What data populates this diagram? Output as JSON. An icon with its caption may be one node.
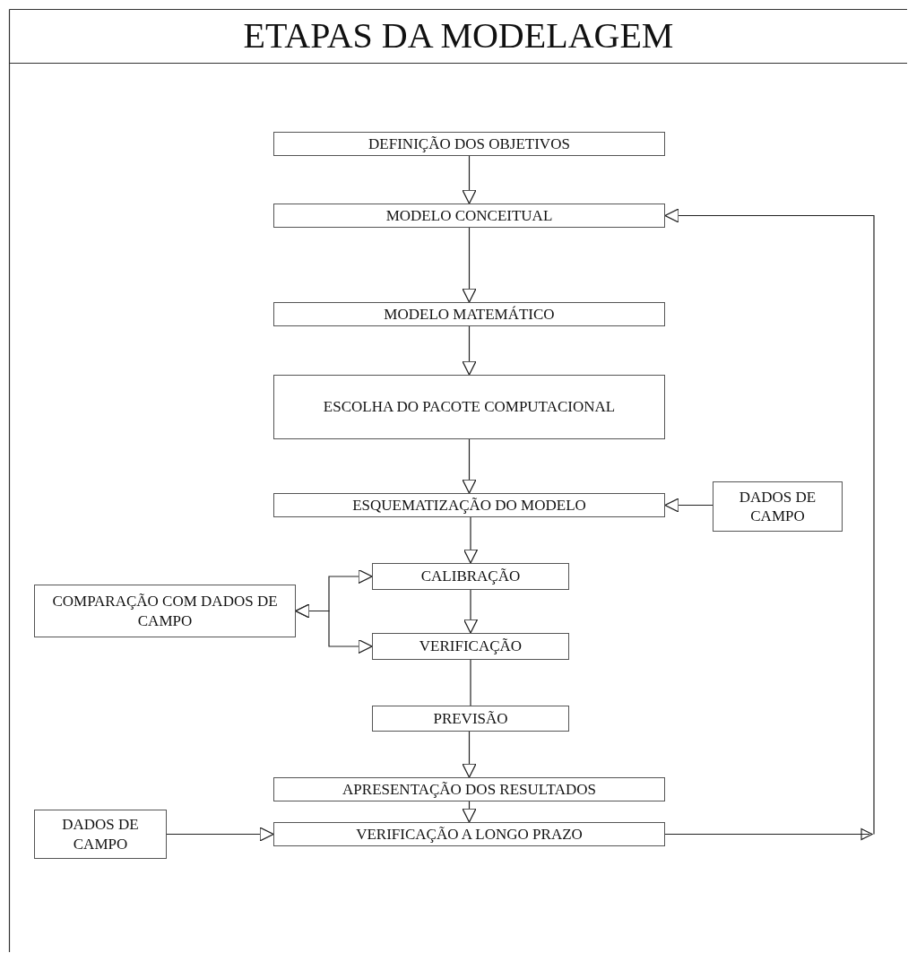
{
  "diagram": {
    "title": "ETAPAS DA MODELAGEM",
    "nodes": [
      {
        "text": [
          "DEFINIÇÃO DOS OBJETIVOS"
        ]
      },
      {
        "text": [
          "MODELO CONCEITUAL"
        ]
      },
      {
        "text": [
          "MODELO MATEMÁTICO"
        ]
      },
      {
        "text": [
          "ESCOLHA DO PACOTE COMPUTACIONAL"
        ]
      },
      {
        "text": [
          "ESQUEMATIZAÇÃO DO MODELO"
        ]
      },
      {
        "text": [
          "DADOS DE CAMPO"
        ]
      },
      {
        "text": [
          "CALIBRAÇÃO"
        ]
      },
      {
        "text": [
          "COMPARAÇÃO COM DADOS DE CAMPO"
        ]
      },
      {
        "text": [
          "VERIFICAÇÃO"
        ]
      },
      {
        "text": [
          "PREVISÃO"
        ]
      },
      {
        "text": [
          "APRESENTAÇÃO DOS RESULTADOS"
        ]
      },
      {
        "text": [
          "DADOS DE CAMPO"
        ]
      },
      {
        "text": [
          "VERIFICAÇÃO A LONGO PRAZO"
        ]
      }
    ],
    "edges": [
      {
        "from": 0,
        "to": 1,
        "arrow": "to"
      },
      {
        "from": 1,
        "to": 2,
        "arrow": "to"
      },
      {
        "from": 2,
        "to": 3,
        "arrow": "to"
      },
      {
        "from": 3,
        "to": 4,
        "arrow": "to"
      },
      {
        "from": 5,
        "to": 4,
        "arrow": "to"
      },
      {
        "from": 4,
        "to": 6,
        "arrow": "to"
      },
      {
        "from": 7,
        "to": 6,
        "arrow": "both"
      },
      {
        "from": 7,
        "to": 8,
        "arrow": "both"
      },
      {
        "from": 6,
        "to": 8,
        "arrow": "to"
      },
      {
        "from": 8,
        "to": 9,
        "arrow": "none"
      },
      {
        "from": 9,
        "to": 10,
        "arrow": "to"
      },
      {
        "from": 10,
        "to": 12,
        "arrow": "to"
      },
      {
        "from": 11,
        "to": 12,
        "arrow": "to"
      },
      {
        "from": 12,
        "to": 1,
        "arrow": "to"
      }
    ]
  }
}
